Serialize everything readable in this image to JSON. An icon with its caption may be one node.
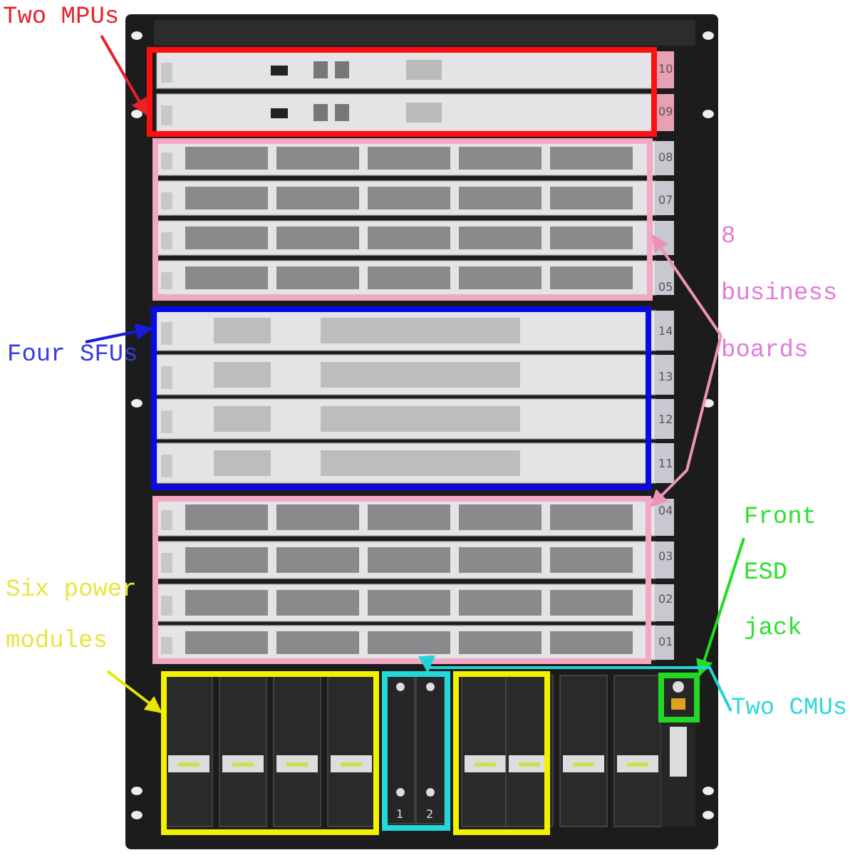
{
  "diagram": {
    "nodes": [
      {
        "text": [
          "Two MPUs"
        ]
      },
      {
        "text": [],
        "shape": "box"
      },
      {
        "text": [],
        "shape": "box"
      },
      {
        "text": [
          "8 business boards"
        ]
      },
      {
        "text": [
          "Four SFUs"
        ]
      },
      {
        "text": [],
        "shape": "box"
      },
      {
        "text": [],
        "shape": "box"
      },
      {
        "text": [
          "Front ESD jack"
        ]
      },
      {
        "text": [
          "Six power modules"
        ]
      },
      {
        "text": [],
        "shape": "box"
      },
      {
        "text": [],
        "shape": "box"
      },
      {
        "text": [],
        "shape": "box"
      },
      {
        "text": [],
        "shape": "box"
      },
      {
        "text": [
          "Two CMUs"
        ]
      }
    ],
    "edges": [
      {
        "from": 0,
        "to": 1,
        "arrow": "to",
        "color": "#e8202a"
      },
      {
        "from": 3,
        "to": 2,
        "arrow": "to",
        "color": "#ee92b8"
      },
      {
        "from": 3,
        "to": 6,
        "arrow": "to",
        "color": "#ee92b8"
      },
      {
        "from": 4,
        "to": 5,
        "arrow": "to",
        "color": "#1a1ae0"
      },
      {
        "from": 7,
        "to": 12,
        "arrow": "to",
        "color": "#22dd22"
      },
      {
        "from": 8,
        "to": 9,
        "arrow": "to",
        "color": "#e6e600"
      },
      {
        "from": 13,
        "to": 10,
        "arrow": "to",
        "color": "#22d4d4"
      }
    ],
    "labels": [
      "10",
      "09",
      "08",
      "07",
      "05",
      "14",
      "13",
      "12",
      "11",
      "04",
      "03",
      "02",
      "01",
      "1",
      "2"
    ]
  }
}
